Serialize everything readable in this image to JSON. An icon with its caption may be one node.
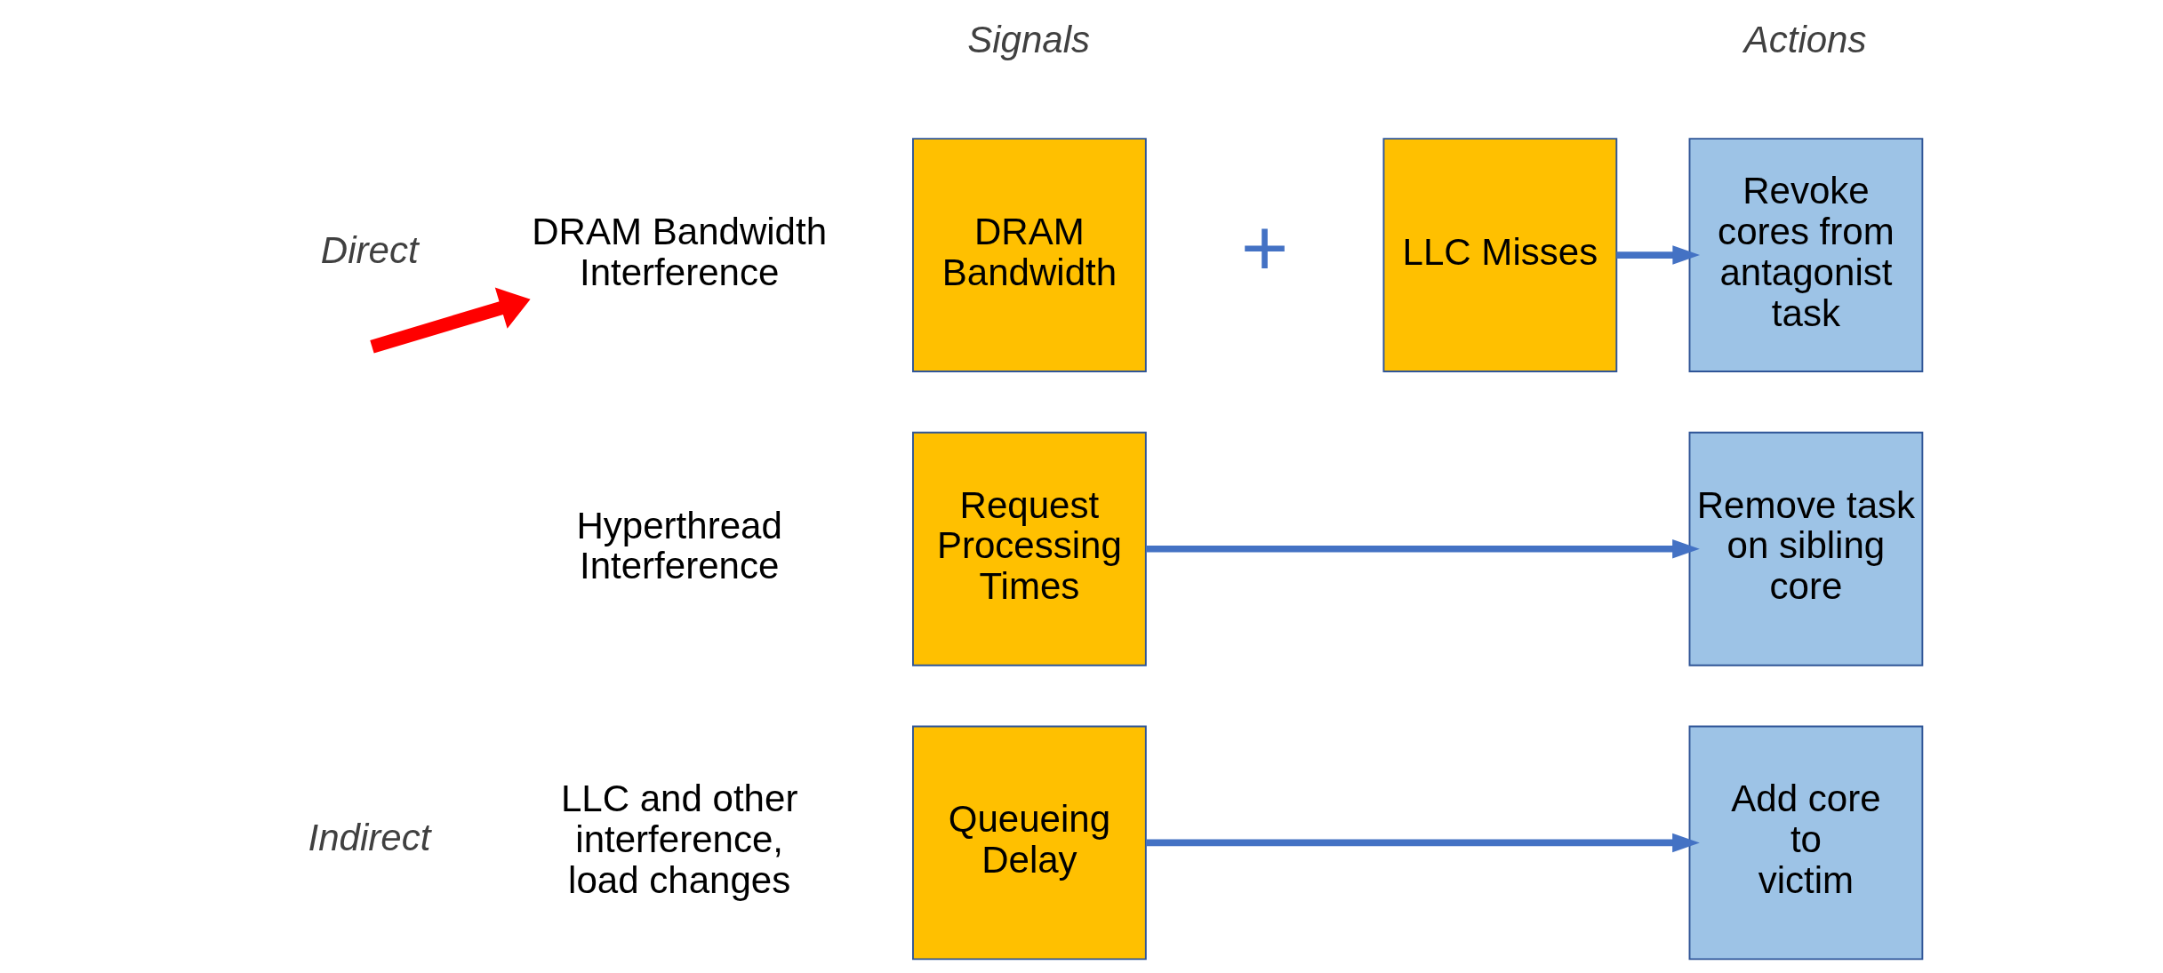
{
  "diagram": {
    "nodes": [
      {
        "text": [
          "DRAM Bandwidth Interference"
        ]
      },
      {
        "text": [
          "DRAM Bandwidth"
        ]
      },
      {
        "text": [
          "LLC Misses"
        ]
      },
      {
        "text": [
          "Revoke cores from antagonist task"
        ]
      },
      {
        "text": [
          "Request Processing Times"
        ]
      },
      {
        "text": [
          "Remove task on sibling core"
        ]
      },
      {
        "text": [
          "Queueing Delay"
        ]
      },
      {
        "text": [
          "Add core to victim"
        ]
      }
    ],
    "edges": [
      {
        "from": null,
        "to": 0,
        "arrow": "to",
        "style": "thick",
        "color": "#ff0000"
      },
      {
        "from": 2,
        "to": 3,
        "arrow": "to"
      },
      {
        "from": 4,
        "to": 5,
        "arrow": "to"
      },
      {
        "from": 6,
        "to": 7,
        "arrow": "to"
      }
    ],
    "labels": [
      "Signals",
      "Actions",
      "Direct",
      "+",
      "Hyperthread Interference",
      "Indirect",
      "LLC and other interference, load changes"
    ]
  }
}
